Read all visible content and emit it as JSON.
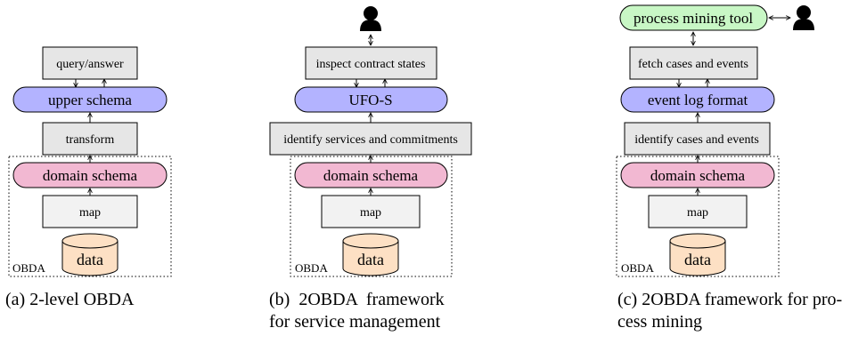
{
  "panels": {
    "a": {
      "top_box": "query/answer",
      "upper_schema": "upper schema",
      "middle_box": "transform",
      "domain_schema": "domain schema",
      "map_box": "map",
      "data": "data",
      "container_label": "OBDA",
      "caption": [
        "(a) 2-level OBDA"
      ]
    },
    "b": {
      "top_box": "inspect contract states",
      "upper_schema": "UFO-S",
      "middle_box": "identify services and commitments",
      "domain_schema": "domain schema",
      "map_box": "map",
      "data": "data",
      "container_label": "OBDA",
      "caption": [
        "(b)  2OBDA  framework",
        "for service management"
      ]
    },
    "c": {
      "tool": "process mining tool",
      "top_box": "fetch cases and events",
      "upper_schema": "event log format",
      "middle_box": "identify cases and events",
      "domain_schema": "domain schema",
      "map_box": "map",
      "data": "data",
      "container_label": "OBDA",
      "caption": [
        "(c) 2OBDA framework for pro-",
        "cess mining"
      ]
    }
  },
  "colors": {
    "gray_box": "#e6e6e6",
    "map_box": "#f2f2f2",
    "upper_schema": "#b3b3ff",
    "domain_schema": "#f2b8d2",
    "data_cylinder": "#fde0c4",
    "tool": "#c8f7c5"
  },
  "icons": [
    "user-icon",
    "user-icon"
  ]
}
